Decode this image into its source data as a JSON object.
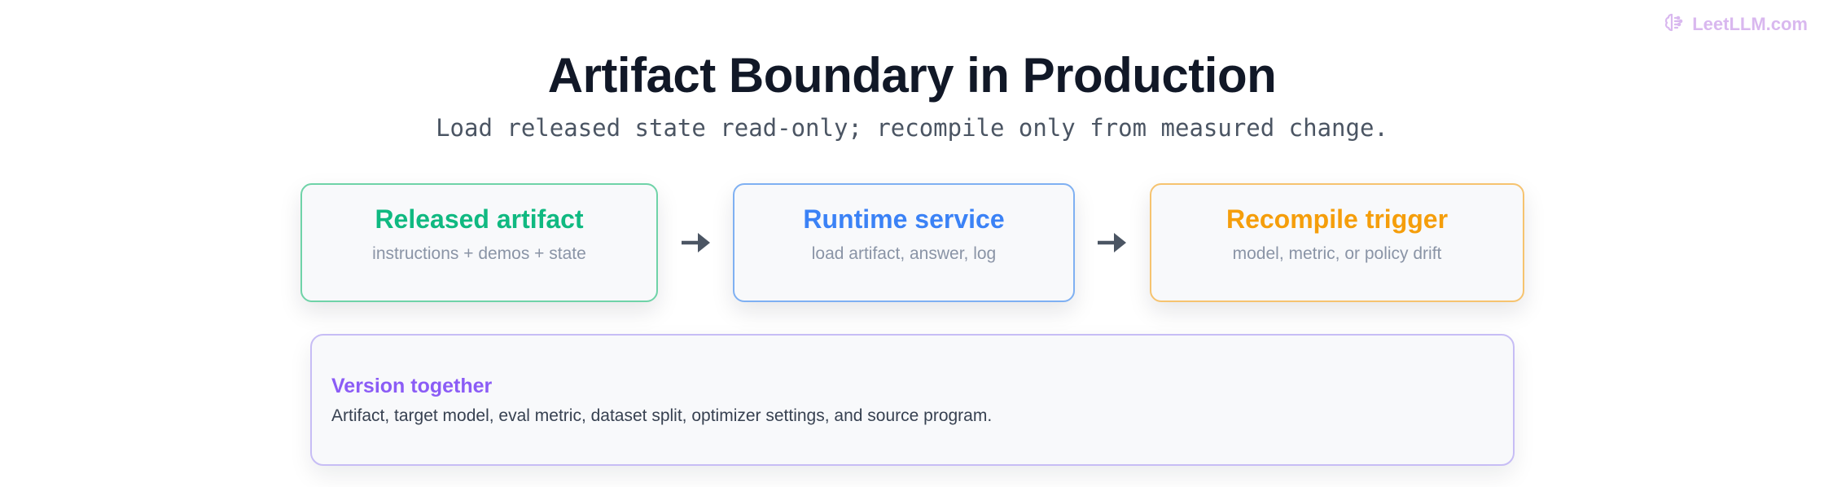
{
  "brand": {
    "name": "LeetLLM.com",
    "icon": "brain-icon",
    "color": "#d9b8ef"
  },
  "title": "Artifact Boundary in Production",
  "subtitle": "Load released state read-only; recompile only from measured change.",
  "cards": [
    {
      "title": "Released artifact",
      "subtitle": "instructions + demos + state",
      "color": "#10b981"
    },
    {
      "title": "Runtime service",
      "subtitle": "load artifact, answer, log",
      "color": "#3b82f6"
    },
    {
      "title": "Recompile trigger",
      "subtitle": "model, metric, or policy drift",
      "color": "#f59e0b"
    }
  ],
  "note": {
    "title": "Version together",
    "body": "Artifact, target model, eval metric, dataset split, optimizer settings, and source program.",
    "color": "#8b5cf6"
  }
}
